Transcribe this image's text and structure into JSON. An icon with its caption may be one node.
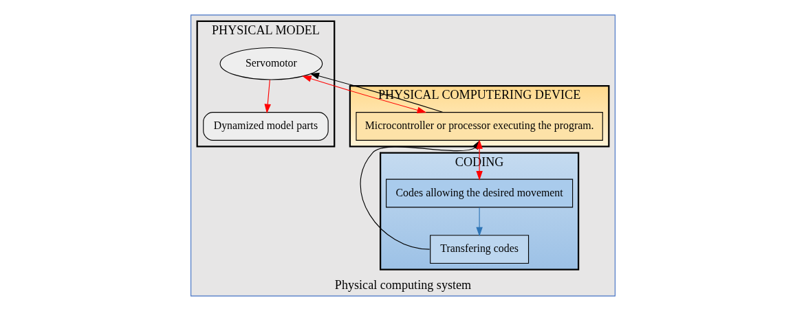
{
  "diagram": {
    "nodes": [
      {
        "text": [
          "Physical computing system"
        ]
      },
      {
        "text": [
          "PHYSICAL MODEL"
        ],
        "in": 0
      },
      {
        "text": [
          "Dynamized model parts"
        ],
        "in": 1
      },
      {
        "text": [
          "Servomotor"
        ],
        "in": 1
      },
      {
        "text": [
          "PHYSICAL COMPUTERING DEVICE"
        ],
        "in": 0
      },
      {
        "text": [
          "Microcontroller or processor executing the program."
        ],
        "in": 4
      },
      {
        "text": [
          "CODING"
        ],
        "in": 0
      },
      {
        "text": [
          "Codes allowing the desired movement"
        ],
        "in": 6
      },
      {
        "text": [
          "Transfering codes"
        ],
        "in": 6
      }
    ],
    "edges": [
      {
        "from": 3,
        "to": 2,
        "arrow": "to",
        "color": "#ff0000"
      },
      {
        "from": 5,
        "to": 3,
        "arrow": "to",
        "color": "#000000"
      },
      {
        "from": 8,
        "to": 5,
        "arrow": "to",
        "color": "#000000"
      },
      {
        "from": 7,
        "to": 8,
        "arrow": "to",
        "color": "#2e75b6"
      },
      {
        "from": 3,
        "to": 5,
        "arrow": "both",
        "color": "#ff0000"
      },
      {
        "from": 5,
        "to": 7,
        "arrow": "both",
        "color": "#ff0000"
      }
    ]
  }
}
